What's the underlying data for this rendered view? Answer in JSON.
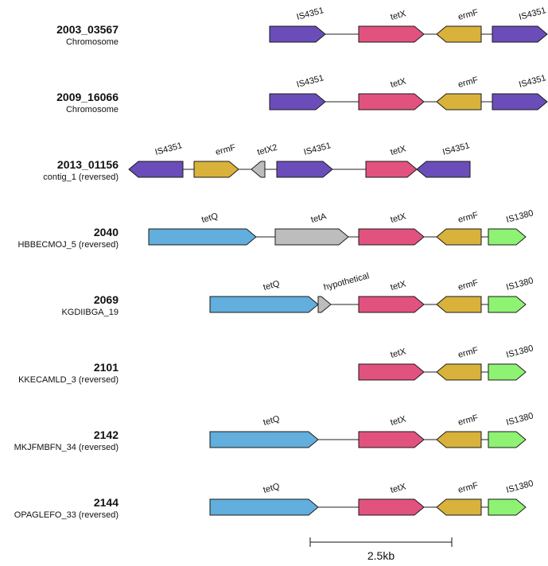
{
  "legend_colors": {
    "IS4351": "#6a4db8",
    "tetX": "#e2527e",
    "ermF": "#d8b23a",
    "tetQ": "#62aedd",
    "tetA": "#bdbdbd",
    "tetX2": "#bdbdbd",
    "hypothetical": "#bdbdbd",
    "IS1380": "#8ef272"
  },
  "tracks": [
    {
      "id": "2003_03567",
      "sub": "Chromosome",
      "genes": [
        {
          "label": "IS4351",
          "strand": 1
        },
        {
          "label": "tetX",
          "strand": 1
        },
        {
          "label": "ermF",
          "strand": -1
        },
        {
          "label": "IS4351",
          "strand": 1
        }
      ]
    },
    {
      "id": "2009_16066",
      "sub": "Chromosome",
      "genes": [
        {
          "label": "IS4351",
          "strand": 1
        },
        {
          "label": "tetX",
          "strand": 1
        },
        {
          "label": "ermF",
          "strand": -1
        },
        {
          "label": "IS4351",
          "strand": 1
        }
      ]
    },
    {
      "id": "2013_01156",
      "sub": "contig_1 (reversed)",
      "genes": [
        {
          "label": "IS4351",
          "strand": -1
        },
        {
          "label": "ermF",
          "strand": 1
        },
        {
          "label": "tetX2",
          "strand": -1
        },
        {
          "label": "IS4351",
          "strand": 1
        },
        {
          "label": "tetX",
          "strand": 1
        },
        {
          "label": "IS4351",
          "strand": -1
        }
      ]
    },
    {
      "id": "2040",
      "sub": "HBBECMOJ_5 (reversed)",
      "genes": [
        {
          "label": "tetQ",
          "strand": 1
        },
        {
          "label": "tetA",
          "strand": 1
        },
        {
          "label": "tetX",
          "strand": 1
        },
        {
          "label": "ermF",
          "strand": -1
        },
        {
          "label": "IS1380",
          "strand": 1
        }
      ]
    },
    {
      "id": "2069",
      "sub": "KGDIIBGA_19",
      "genes": [
        {
          "label": "tetQ",
          "strand": 1
        },
        {
          "label": "hypothetical",
          "strand": 1
        },
        {
          "label": "tetX",
          "strand": 1
        },
        {
          "label": "ermF",
          "strand": -1
        },
        {
          "label": "IS1380",
          "strand": 1
        }
      ]
    },
    {
      "id": "2101",
      "sub": "KKECAMLD_3 (reversed)",
      "genes": [
        {
          "label": "tetX",
          "strand": 1
        },
        {
          "label": "ermF",
          "strand": -1
        },
        {
          "label": "IS1380",
          "strand": 1
        }
      ]
    },
    {
      "id": "2142",
      "sub": "MKJFMBFN_34 (reversed)",
      "genes": [
        {
          "label": "tetQ",
          "strand": 1
        },
        {
          "label": "tetX",
          "strand": 1
        },
        {
          "label": "ermF",
          "strand": -1
        },
        {
          "label": "IS1380",
          "strand": 1
        }
      ]
    },
    {
      "id": "2144",
      "sub": "OPAGLEFO_33 (reversed)",
      "genes": [
        {
          "label": "tetQ",
          "strand": 1
        },
        {
          "label": "tetX",
          "strand": 1
        },
        {
          "label": "ermF",
          "strand": -1
        },
        {
          "label": "IS1380",
          "strand": 1
        }
      ]
    }
  ],
  "scale_bar": {
    "label": "2.5kb"
  }
}
